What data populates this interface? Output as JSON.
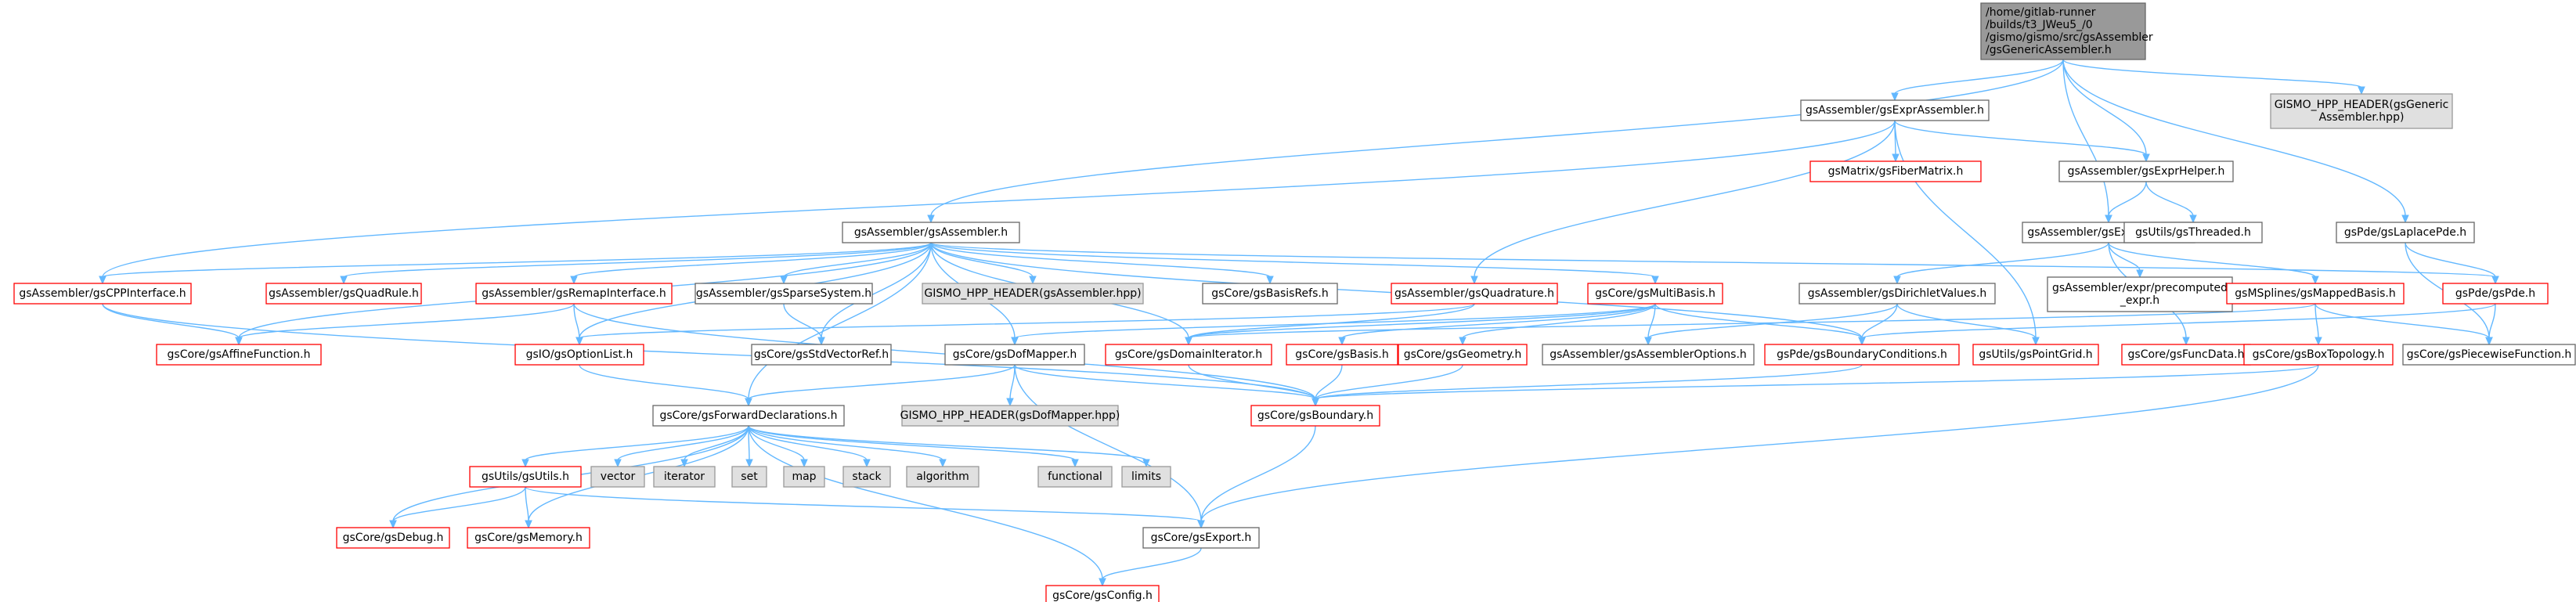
{
  "graph": {
    "title": "",
    "colors": {
      "edge": "#63b8ff",
      "root_fill": "#999999",
      "root_border": "#666666",
      "normal_fill": "#ffffff",
      "normal_border": "#666666",
      "truncated_border": "#ff0000",
      "external_fill": "#e0e0e0",
      "external_border": "#999999",
      "text": "#000000"
    },
    "nodes": [
      {
        "id": "root",
        "style": "root",
        "lines": [
          "/home/gitlab-runner",
          "/builds/t3_JWeu5_/0",
          "/gismo/gismo/src/gsAssembler",
          "/gsGenericAssembler.h"
        ]
      },
      {
        "id": "exprAssembler",
        "style": "normal",
        "lines": [
          "gsAssembler/gsExprAssembler.h"
        ]
      },
      {
        "id": "hppGeneric",
        "style": "external",
        "lines": [
          "GISMO_HPP_HEADER(gsGeneric",
          "Assembler.hpp)"
        ]
      },
      {
        "id": "fiberMatrix",
        "style": "truncated",
        "lines": [
          "gsMatrix/gsFiberMatrix.h"
        ]
      },
      {
        "id": "exprHelper",
        "style": "normal",
        "lines": [
          "gsAssembler/gsExprHelper.h"
        ]
      },
      {
        "id": "assembler",
        "style": "normal",
        "lines": [
          "gsAssembler/gsAssembler.h"
        ]
      },
      {
        "id": "expressions",
        "style": "normal",
        "lines": [
          "gsAssembler/gsExpressions.h"
        ]
      },
      {
        "id": "threaded",
        "style": "normal",
        "lines": [
          "gsUtils/gsThreaded.h"
        ]
      },
      {
        "id": "laplacePde",
        "style": "normal",
        "lines": [
          "gsPde/gsLaplacePde.h"
        ]
      },
      {
        "id": "cppInterface",
        "style": "truncated",
        "lines": [
          "gsAssembler/gsCPPInterface.h"
        ]
      },
      {
        "id": "quadRule",
        "style": "truncated",
        "lines": [
          "gsAssembler/gsQuadRule.h"
        ]
      },
      {
        "id": "remapInterface",
        "style": "truncated",
        "lines": [
          "gsAssembler/gsRemapInterface.h"
        ]
      },
      {
        "id": "sparseSystem",
        "style": "normal",
        "lines": [
          "gsAssembler/gsSparseSystem.h"
        ]
      },
      {
        "id": "hppAssembler",
        "style": "external",
        "lines": [
          "GISMO_HPP_HEADER(gsAssembler.hpp)"
        ]
      },
      {
        "id": "basisRefs",
        "style": "normal",
        "lines": [
          "gsCore/gsBasisRefs.h"
        ]
      },
      {
        "id": "quadrature",
        "style": "truncated",
        "lines": [
          "gsAssembler/gsQuadrature.h"
        ]
      },
      {
        "id": "multiBasis",
        "style": "truncated",
        "lines": [
          "gsCore/gsMultiBasis.h"
        ]
      },
      {
        "id": "dirichletValues",
        "style": "normal",
        "lines": [
          "gsAssembler/gsDirichletValues.h"
        ]
      },
      {
        "id": "exprPrecomputed",
        "style": "normal",
        "lines": [
          "gsAssembler/expr/precomputed",
          "_expr.h"
        ]
      },
      {
        "id": "mappedBasis",
        "style": "truncated",
        "lines": [
          "gsMSplines/gsMappedBasis.h"
        ]
      },
      {
        "id": "pde",
        "style": "truncated",
        "lines": [
          "gsPde/gsPde.h"
        ]
      },
      {
        "id": "affineFunction",
        "style": "truncated",
        "lines": [
          "gsCore/gsAffineFunction.h"
        ]
      },
      {
        "id": "optionList",
        "style": "truncated",
        "lines": [
          "gsIO/gsOptionList.h"
        ]
      },
      {
        "id": "stdVectorRef",
        "style": "normal",
        "lines": [
          "gsCore/gsStdVectorRef.h"
        ]
      },
      {
        "id": "dofMapper",
        "style": "normal",
        "lines": [
          "gsCore/gsDofMapper.h"
        ]
      },
      {
        "id": "domainIterator",
        "style": "truncated",
        "lines": [
          "gsCore/gsDomainIterator.h"
        ]
      },
      {
        "id": "basis",
        "style": "truncated",
        "lines": [
          "gsCore/gsBasis.h"
        ]
      },
      {
        "id": "geometry",
        "style": "truncated",
        "lines": [
          "gsCore/gsGeometry.h"
        ]
      },
      {
        "id": "assemblerOptions",
        "style": "normal",
        "lines": [
          "gsAssembler/gsAssemblerOptions.h"
        ]
      },
      {
        "id": "boundaryConditions",
        "style": "truncated",
        "lines": [
          "gsPde/gsBoundaryConditions.h"
        ]
      },
      {
        "id": "pointGrid",
        "style": "truncated",
        "lines": [
          "gsUtils/gsPointGrid.h"
        ]
      },
      {
        "id": "funcData",
        "style": "truncated",
        "lines": [
          "gsCore/gsFuncData.h"
        ]
      },
      {
        "id": "boxTopology",
        "style": "truncated",
        "lines": [
          "gsCore/gsBoxTopology.h"
        ]
      },
      {
        "id": "piecewiseFunction",
        "style": "normal",
        "lines": [
          "gsCore/gsPiecewiseFunction.h"
        ]
      },
      {
        "id": "forwardDecl",
        "style": "normal",
        "lines": [
          "gsCore/gsForwardDeclarations.h"
        ]
      },
      {
        "id": "hppDofMapper",
        "style": "external",
        "lines": [
          "GISMO_HPP_HEADER(gsDofMapper.hpp)"
        ]
      },
      {
        "id": "boundary",
        "style": "truncated",
        "lines": [
          "gsCore/gsBoundary.h"
        ]
      },
      {
        "id": "utils",
        "style": "truncated",
        "lines": [
          "gsUtils/gsUtils.h"
        ]
      },
      {
        "id": "vector",
        "style": "external",
        "lines": [
          "vector"
        ]
      },
      {
        "id": "iterator",
        "style": "external",
        "lines": [
          "iterator"
        ]
      },
      {
        "id": "set",
        "style": "external",
        "lines": [
          "set"
        ]
      },
      {
        "id": "map",
        "style": "external",
        "lines": [
          "map"
        ]
      },
      {
        "id": "stack",
        "style": "external",
        "lines": [
          "stack"
        ]
      },
      {
        "id": "algorithm",
        "style": "external",
        "lines": [
          "algorithm"
        ]
      },
      {
        "id": "functional",
        "style": "external",
        "lines": [
          "functional"
        ]
      },
      {
        "id": "limits",
        "style": "external",
        "lines": [
          "limits"
        ]
      },
      {
        "id": "debug",
        "style": "truncated",
        "lines": [
          "gsCore/gsDebug.h"
        ]
      },
      {
        "id": "memory",
        "style": "truncated",
        "lines": [
          "gsCore/gsMemory.h"
        ]
      },
      {
        "id": "export",
        "style": "normal",
        "lines": [
          "gsCore/gsExport.h"
        ]
      },
      {
        "id": "config",
        "style": "truncated",
        "lines": [
          "gsCore/gsConfig.h"
        ]
      }
    ],
    "edges": [
      [
        "root",
        "assembler"
      ],
      [
        "root",
        "exprAssembler"
      ],
      [
        "root",
        "exprHelper"
      ],
      [
        "root",
        "expressions"
      ],
      [
        "root",
        "laplacePde"
      ],
      [
        "root",
        "hppGeneric"
      ],
      [
        "exprAssembler",
        "cppInterface"
      ],
      [
        "exprAssembler",
        "fiberMatrix"
      ],
      [
        "exprAssembler",
        "exprHelper"
      ],
      [
        "exprAssembler",
        "quadrature"
      ],
      [
        "exprAssembler",
        "pointGrid"
      ],
      [
        "exprHelper",
        "expressions"
      ],
      [
        "exprHelper",
        "threaded"
      ],
      [
        "assembler",
        "cppInterface"
      ],
      [
        "assembler",
        "quadRule"
      ],
      [
        "assembler",
        "remapInterface"
      ],
      [
        "assembler",
        "sparseSystem"
      ],
      [
        "assembler",
        "hppAssembler"
      ],
      [
        "assembler",
        "basisRefs"
      ],
      [
        "assembler",
        "multiBasis"
      ],
      [
        "assembler",
        "pde"
      ],
      [
        "assembler",
        "affineFunction"
      ],
      [
        "assembler",
        "optionList"
      ],
      [
        "assembler",
        "stdVectorRef"
      ],
      [
        "assembler",
        "dofMapper"
      ],
      [
        "assembler",
        "domainIterator"
      ],
      [
        "assembler",
        "boundaryConditions"
      ],
      [
        "assembler",
        "forwardDecl"
      ],
      [
        "expressions",
        "dirichletValues"
      ],
      [
        "expressions",
        "exprPrecomputed"
      ],
      [
        "expressions",
        "mappedBasis"
      ],
      [
        "expressions",
        "funcData"
      ],
      [
        "laplacePde",
        "pde"
      ],
      [
        "laplacePde",
        "piecewiseFunction"
      ],
      [
        "cppInterface",
        "affineFunction"
      ],
      [
        "cppInterface",
        "boundary"
      ],
      [
        "remapInterface",
        "affineFunction"
      ],
      [
        "remapInterface",
        "optionList"
      ],
      [
        "remapInterface",
        "boundary"
      ],
      [
        "sparseSystem",
        "stdVectorRef"
      ],
      [
        "quadrature",
        "optionList"
      ],
      [
        "quadrature",
        "domainIterator"
      ],
      [
        "multiBasis",
        "dofMapper"
      ],
      [
        "multiBasis",
        "basis"
      ],
      [
        "multiBasis",
        "geometry"
      ],
      [
        "multiBasis",
        "assemblerOptions"
      ],
      [
        "multiBasis",
        "boundaryConditions"
      ],
      [
        "multiBasis",
        "domainIterator"
      ],
      [
        "dirichletValues",
        "assemblerOptions"
      ],
      [
        "dirichletValues",
        "boundaryConditions"
      ],
      [
        "dirichletValues",
        "pointGrid"
      ],
      [
        "mappedBasis",
        "boxTopology"
      ],
      [
        "mappedBasis",
        "piecewiseFunction"
      ],
      [
        "mappedBasis",
        "domainIterator"
      ],
      [
        "pde",
        "boundaryConditions"
      ],
      [
        "pde",
        "piecewiseFunction"
      ],
      [
        "optionList",
        "forwardDecl"
      ],
      [
        "dofMapper",
        "forwardDecl"
      ],
      [
        "dofMapper",
        "hppDofMapper"
      ],
      [
        "dofMapper",
        "boundary"
      ],
      [
        "dofMapper",
        "export"
      ],
      [
        "domainIterator",
        "boundary"
      ],
      [
        "basis",
        "boundary"
      ],
      [
        "geometry",
        "boundary"
      ],
      [
        "boundaryConditions",
        "boundary"
      ],
      [
        "boxTopology",
        "boundary"
      ],
      [
        "boxTopology",
        "export"
      ],
      [
        "forwardDecl",
        "utils"
      ],
      [
        "forwardDecl",
        "vector"
      ],
      [
        "forwardDecl",
        "iterator"
      ],
      [
        "forwardDecl",
        "set"
      ],
      [
        "forwardDecl",
        "map"
      ],
      [
        "forwardDecl",
        "stack"
      ],
      [
        "forwardDecl",
        "algorithm"
      ],
      [
        "forwardDecl",
        "functional"
      ],
      [
        "forwardDecl",
        "limits"
      ],
      [
        "forwardDecl",
        "debug"
      ],
      [
        "forwardDecl",
        "memory"
      ],
      [
        "forwardDecl",
        "config"
      ],
      [
        "utils",
        "debug"
      ],
      [
        "utils",
        "memory"
      ],
      [
        "utils",
        "export"
      ],
      [
        "boundary",
        "export"
      ],
      [
        "export",
        "config"
      ]
    ]
  }
}
